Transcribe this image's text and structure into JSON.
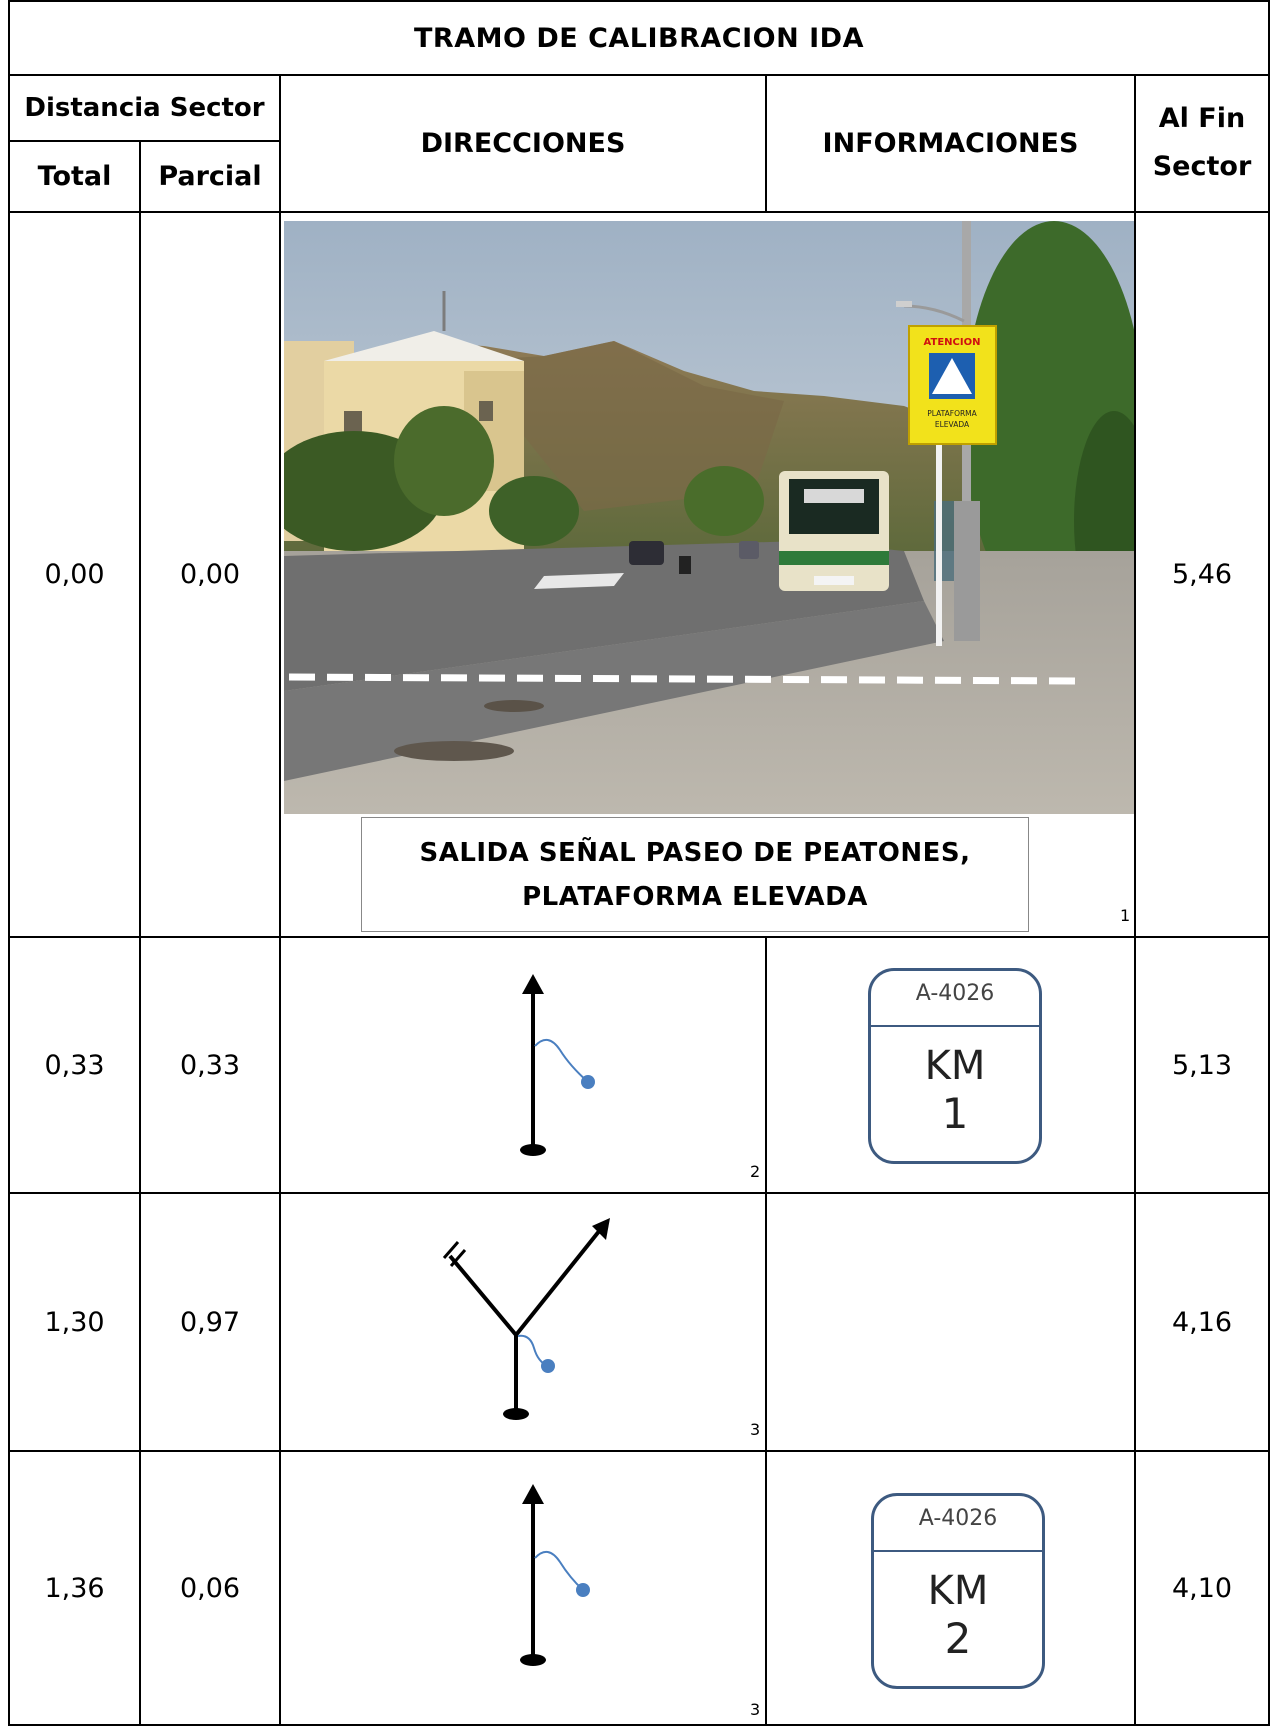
{
  "header": {
    "title": "TRAMO DE CALIBRACION IDA",
    "distancia_sector": "Distancia Sector",
    "total": "Total",
    "parcial": "Parcial",
    "direcciones": "DIRECCIONES",
    "informaciones": "INFORMACIONES",
    "al_fin": "Al Fin",
    "sector": "Sector"
  },
  "rows": [
    {
      "total": "0,00",
      "parcial": "0,00",
      "al_fin_sector": "5,46",
      "photo": {
        "sign_top": "ATENCION",
        "sign_bottom_1": "PLATAFORMA",
        "sign_bottom_2": "ELEVADA"
      },
      "caption_line1": "SALIDA SEÑAL PASEO DE PEATONES,",
      "caption_line2": "PLATAFORMA ELEVADA",
      "ref": "1"
    },
    {
      "total": "0,33",
      "parcial": "0,33",
      "al_fin_sector": "5,13",
      "diagram": "straight-arrow-icon",
      "ref": "2",
      "km_sign": {
        "road": "A-4026",
        "km": "KM",
        "number": "1"
      }
    },
    {
      "total": "1,30",
      "parcial": "0,97",
      "al_fin_sector": "4,16",
      "diagram": "fork-right-arrow-icon",
      "ref": "3"
    },
    {
      "total": "1,36",
      "parcial": "0,06",
      "al_fin_sector": "4,10",
      "diagram": "straight-arrow-icon",
      "ref": "3",
      "km_sign": {
        "road": "A-4026",
        "km": "KM",
        "number": "2"
      }
    }
  ],
  "colors": {
    "border": "#000000",
    "km_sign_border": "#3d5a80",
    "trail_blue": "#4a7fc0",
    "sign_yellow": "#f2e21b"
  }
}
